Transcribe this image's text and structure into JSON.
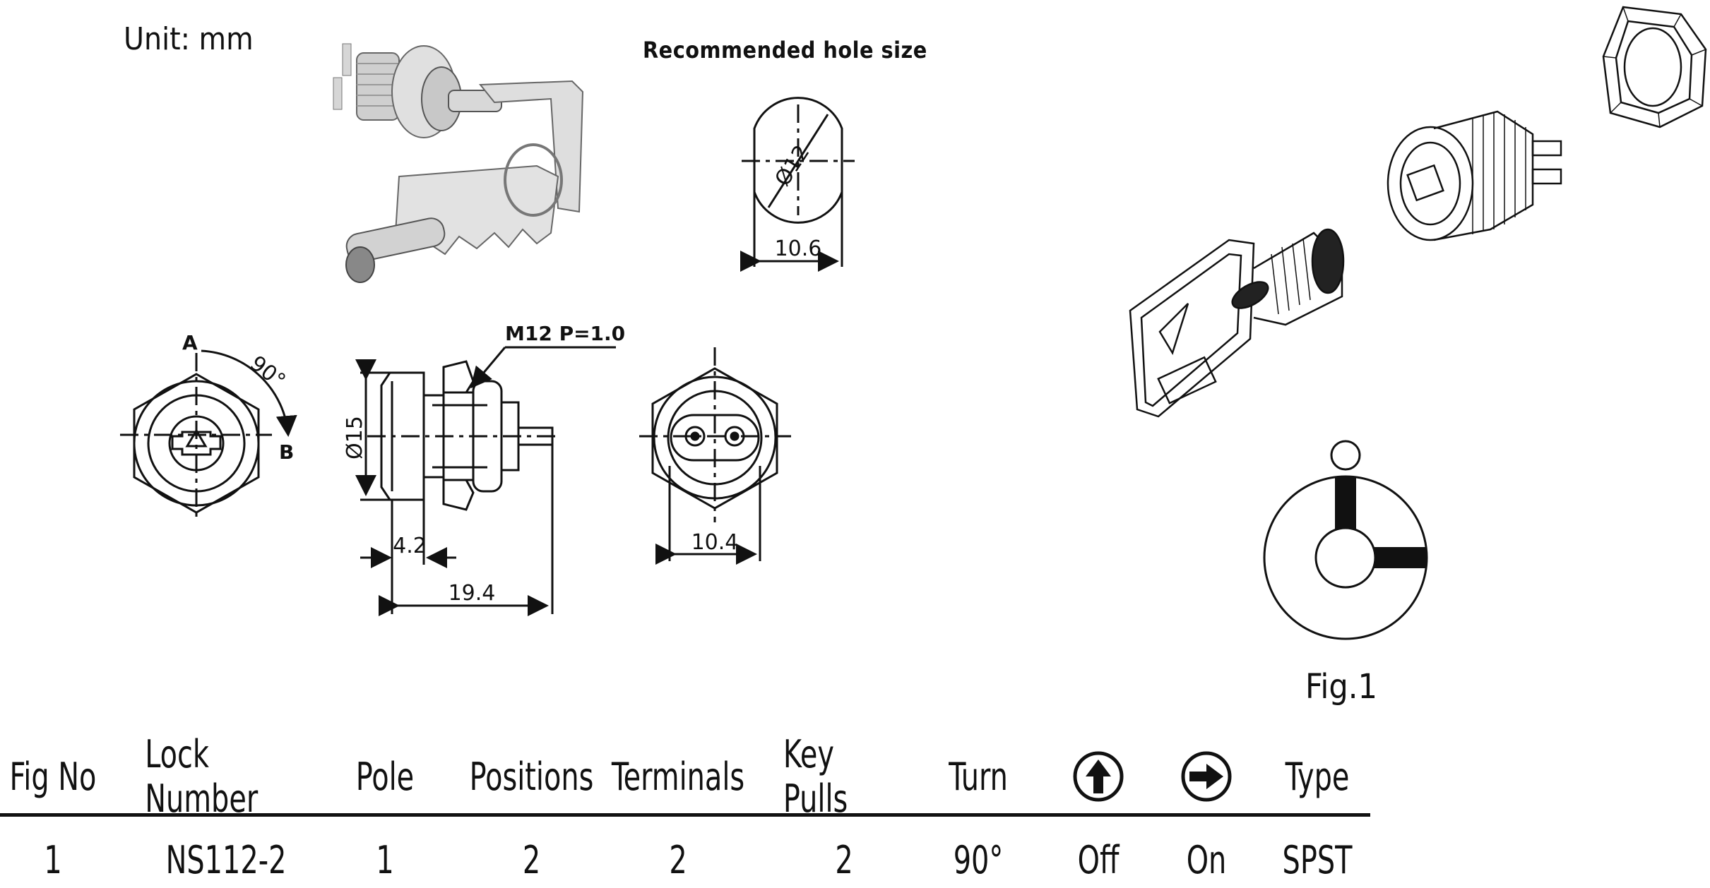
{
  "unit_label": "Unit:  mm",
  "recommended_title": "Recommended  hole  size",
  "figure_caption": "Fig.1",
  "hole": {
    "diameter": "Ø12",
    "width": "10.6"
  },
  "front_view": {
    "label_a": "A",
    "label_b": "B",
    "angle": "90°"
  },
  "side_view": {
    "thread": "M12  P=1.0",
    "diameter": "Ø15",
    "len_short": "4.2",
    "len_total": "19.4"
  },
  "rear_view": {
    "width": "10.4"
  },
  "table": {
    "headers": [
      "Fig No",
      "Lock Number",
      "Pole",
      "Positions",
      "Terminals",
      "Key Pulls",
      "Turn",
      "",
      "",
      "Type"
    ],
    "header_icons": [
      "arrow-up-circle-icon",
      "arrow-right-circle-icon"
    ],
    "row": [
      "1",
      "NS112-2",
      "1",
      "2",
      "2",
      "2",
      "90°",
      "Off",
      "On",
      "SPST"
    ]
  }
}
